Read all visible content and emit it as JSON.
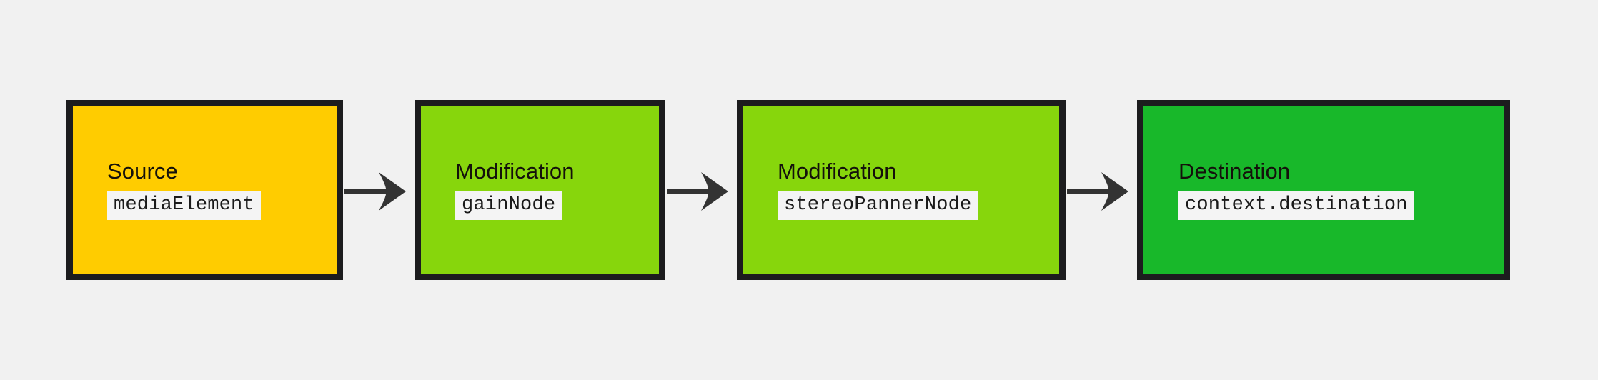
{
  "diagram": {
    "type": "flowchart-left-to-right",
    "background_color": "#f1f1f1",
    "border_color": "#1c1c1e",
    "arrow_color": "#333333",
    "code_chip_background": "#f4f4f4",
    "nodes": [
      {
        "id": "source",
        "title": "Source",
        "code": "mediaElement",
        "fill_color": "#ffcc00",
        "role": "source"
      },
      {
        "id": "gain",
        "title": "Modification",
        "code": "gainNode",
        "fill_color": "#87d60c",
        "role": "modification"
      },
      {
        "id": "panner",
        "title": "Modification",
        "code": "stereoPannerNode",
        "fill_color": "#87d60c",
        "role": "modification"
      },
      {
        "id": "destination",
        "title": "Destination",
        "code": "context.destination",
        "fill_color": "#18b82a",
        "role": "destination"
      }
    ],
    "edges": [
      {
        "from": "source",
        "to": "gain",
        "style": "arrow"
      },
      {
        "from": "gain",
        "to": "panner",
        "style": "arrow"
      },
      {
        "from": "panner",
        "to": "destination",
        "style": "arrow"
      }
    ]
  }
}
